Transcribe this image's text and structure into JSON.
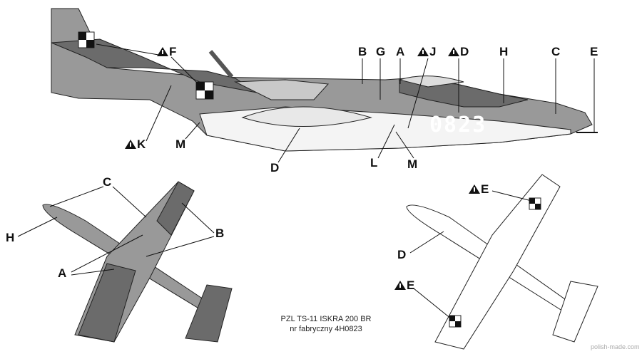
{
  "caption": {
    "line1": "PZL TS-11 ISKRA 200 BR",
    "line2": "nr fabryczny 4H0823"
  },
  "serial_number": "0823",
  "watermark": "polish-made.com",
  "side_view_labels": {
    "F": "F",
    "B": "B",
    "G": "G",
    "A": "A",
    "J": "J",
    "D": "D",
    "H": "H",
    "C": "C",
    "E": "E",
    "K": "K",
    "M1": "M",
    "D2": "D",
    "L": "L",
    "M2": "M"
  },
  "top_view_labels": {
    "C": "C",
    "H": "H",
    "B": "B",
    "A": "A"
  },
  "bottom_view_labels": {
    "E1": "E",
    "D": "D",
    "E2": "E"
  },
  "colors": {
    "dark_grey": "#6b6b6b",
    "medium_grey": "#999999",
    "light_grey": "#c9c9c9",
    "underside": "#f4f4f4"
  }
}
